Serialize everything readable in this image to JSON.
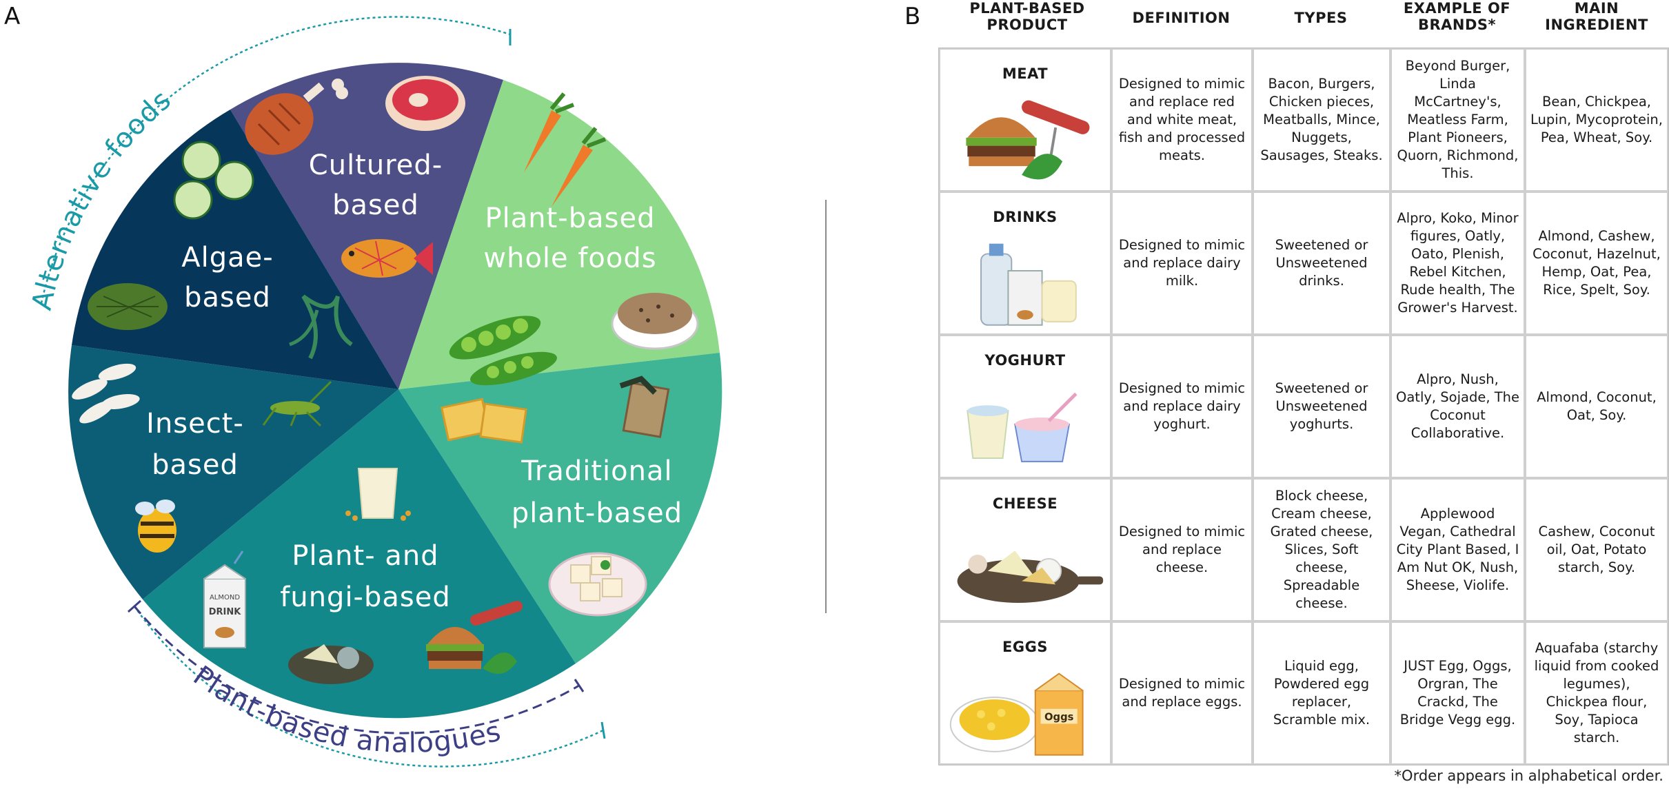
{
  "panel_a_label": "A",
  "panel_b_label": "B",
  "wheel": {
    "arc_top_label": "Alternative foods",
    "arc_bottom_label": "Plant-based analogues",
    "segments": [
      {
        "id": "cultured",
        "line1": "Cultured-",
        "line2": "based",
        "color": "#4e4f87"
      },
      {
        "id": "plant-whole",
        "line1": "Plant-based",
        "line2": "whole foods",
        "color": "#8fd98b"
      },
      {
        "id": "traditional",
        "line1": "Traditional",
        "line2": "plant-based",
        "color": "#40b596"
      },
      {
        "id": "plant-fungi",
        "line1": "Plant- and",
        "line2": "fungi-based",
        "color": "#13888a"
      },
      {
        "id": "insect",
        "line1": "Insect-",
        "line2": "based",
        "color": "#0b5e76"
      },
      {
        "id": "algae",
        "line1": "Algae-",
        "line2": "based",
        "color": "#063659"
      }
    ],
    "arc_color_top": "#1a9aa6",
    "arc_color_bottom": "#3d3f85"
  },
  "table": {
    "headers": [
      {
        "id": "product",
        "line1": "PLANT-BASED",
        "line2": "PRODUCT"
      },
      {
        "id": "definition",
        "line1": "DEFINITION",
        "line2": ""
      },
      {
        "id": "types",
        "line1": "TYPES",
        "line2": ""
      },
      {
        "id": "brands",
        "line1": "EXAMPLE OF",
        "line2": "BRANDS*"
      },
      {
        "id": "ingredient",
        "line1": "MAIN",
        "line2": "INGREDIENT"
      }
    ],
    "rows": [
      {
        "product": "MEAT",
        "definition": "Designed to mimic and replace red and white meat, fish and processed meats.",
        "types": "Bacon, Burgers, Chicken pieces, Meatballs, Mince, Nuggets, Sausages, Steaks.",
        "brands": "Beyond Burger, Linda McCartney's, Meatless Farm, Plant Pioneers, Quorn, Richmond, This.",
        "ingredient": "Bean, Chickpea, Lupin, Mycoprotein, Pea, Wheat, Soy."
      },
      {
        "product": "DRINKS",
        "definition": "Designed to mimic and replace dairy milk.",
        "types": "Sweetened or Unsweetened drinks.",
        "brands": "Alpro, Koko, Minor figures, Oatly, Oato, Plenish, Rebel Kitchen, Rude health, The Grower's Harvest.",
        "ingredient": "Almond, Cashew, Coconut, Hazelnut, Hemp, Oat, Pea, Rice, Spelt, Soy."
      },
      {
        "product": "YOGHURT",
        "definition": "Designed to mimic and replace dairy yoghurt.",
        "types": "Sweetened or Unsweetened yoghurts.",
        "brands": "Alpro, Nush, Oatly, Sojade, The Coconut Collaborative.",
        "ingredient": "Almond, Coconut, Oat, Soy."
      },
      {
        "product": "CHEESE",
        "definition": "Designed to mimic and replace cheese.",
        "types": "Block cheese, Cream cheese, Grated cheese, Slices, Soft cheese, Spreadable cheese.",
        "brands": "Applewood Vegan, Cathedral City Plant Based, I Am Nut OK, Nush, Sheese, Violife.",
        "ingredient": "Cashew, Coconut oil, Oat, Potato starch, Soy."
      },
      {
        "product": "EGGS",
        "definition": "Designed to mimic and replace eggs.",
        "types": "Liquid egg, Powdered egg replacer, Scramble mix.",
        "brands": "JUST Egg, Oggs, Orgran, The Crackd, The Bridge Vegg egg.",
        "ingredient": "Aquafaba (starchy liquid from cooked legumes), Chickpea flour, Soy, Tapioca starch."
      }
    ],
    "footnote": "*Order appears in alphabetical order.",
    "carton_brand": "Oggs",
    "drink_carton_top": "ALMOND",
    "drink_carton_word": "DRINK"
  }
}
